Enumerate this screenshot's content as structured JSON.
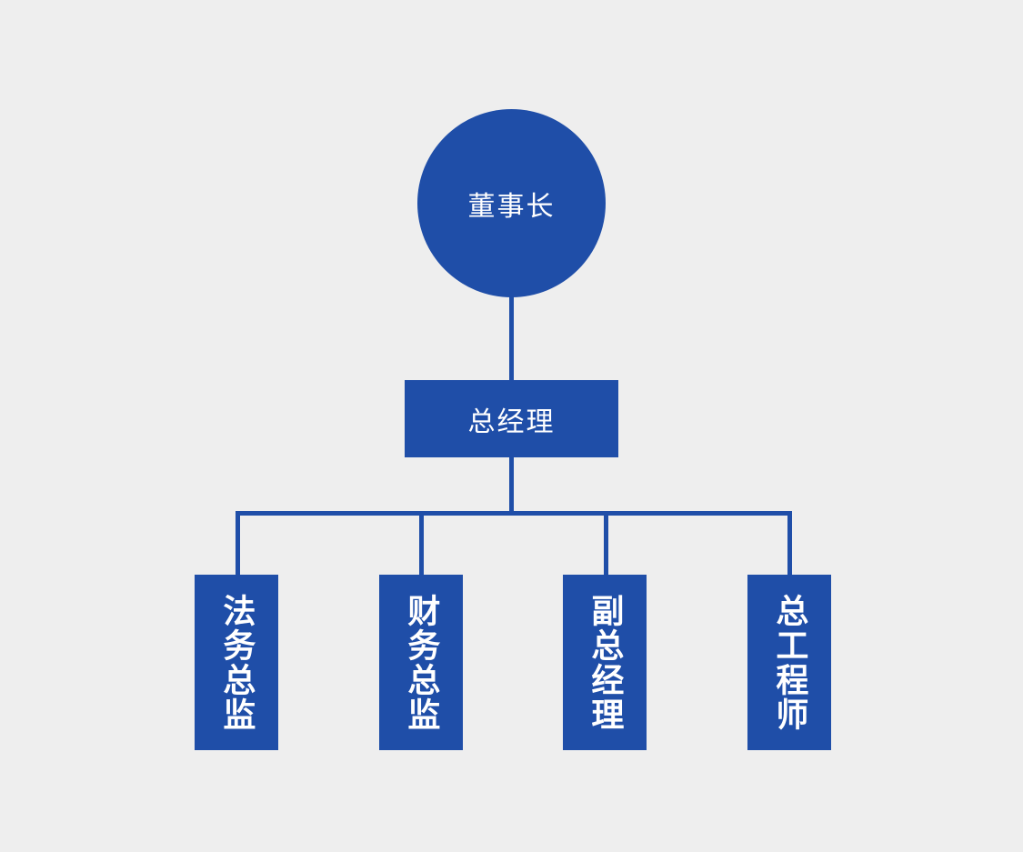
{
  "chart": {
    "type": "org-chart",
    "background_color": "#eeeeee",
    "node_color": "#1f4ea8",
    "text_color": "#ffffff",
    "connector_color": "#1f4ea8",
    "root": {
      "label": "董事长",
      "shape": "circle"
    },
    "second_level": {
      "label": "总经理",
      "shape": "rectangle"
    },
    "third_level": [
      {
        "label": "法务总监",
        "shape": "rectangle",
        "orientation": "vertical"
      },
      {
        "label": "财务总监",
        "shape": "rectangle",
        "orientation": "vertical"
      },
      {
        "label": "副总经理",
        "shape": "rectangle",
        "orientation": "vertical"
      },
      {
        "label": "总工程师",
        "shape": "rectangle",
        "orientation": "vertical"
      }
    ]
  }
}
